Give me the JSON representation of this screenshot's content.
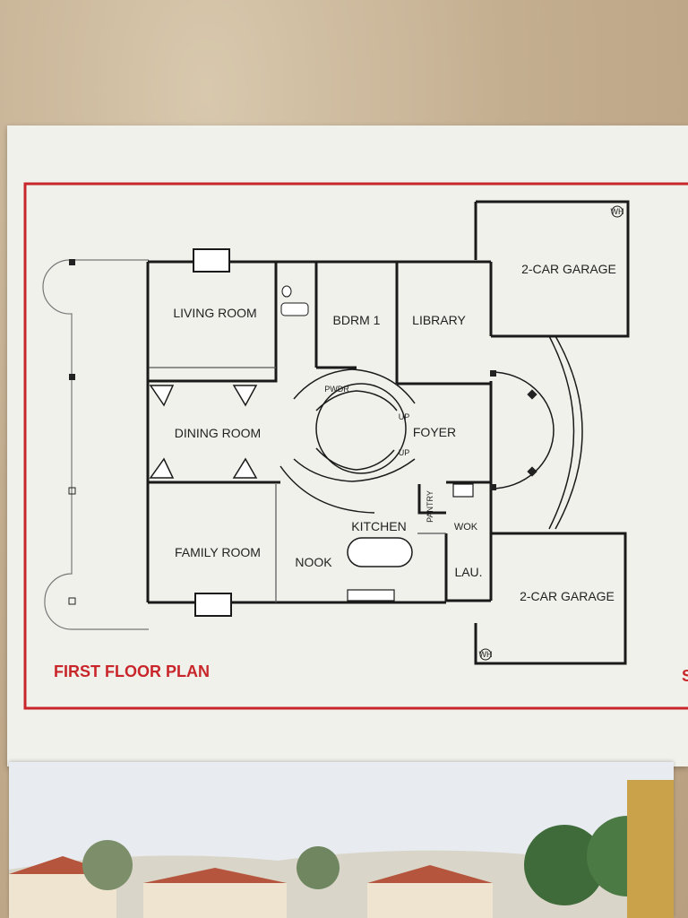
{
  "plan": {
    "title": "FIRST FLOOR PLAN",
    "rooms": {
      "living_room": "LIVING ROOM",
      "bdrm1": "BDRM 1",
      "library": "LIBRARY",
      "garage_top": "2-CAR GARAGE",
      "pwdr": "PWDR",
      "up1": "UP",
      "foyer": "FOYER",
      "up2": "UP",
      "dining_room": "DINING ROOM",
      "pantry": "PANTRY",
      "kitchen": "KITCHEN",
      "wok": "WOK",
      "family_room": "FAMILY ROOM",
      "nook": "NOOK",
      "lau": "LAU.",
      "garage_bottom": "2-CAR GARAGE",
      "wh1": "WH",
      "wh2": "WH"
    },
    "edge_letter": "S"
  },
  "colors": {
    "border_red": "#c8262a",
    "wall": "#1a1a1a",
    "paper": "#f1f1ec"
  }
}
